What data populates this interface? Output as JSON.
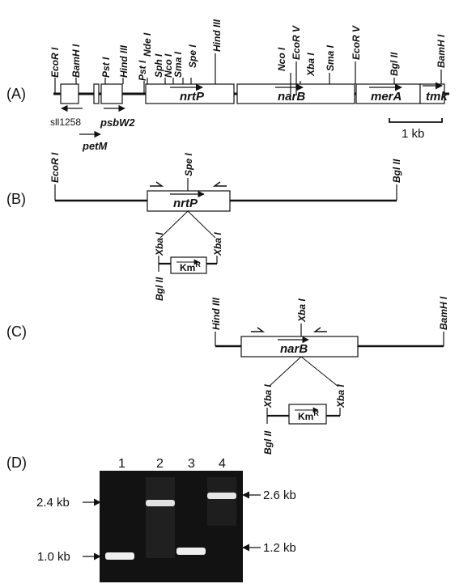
{
  "panels": {
    "a": "(A)",
    "b": "(B)",
    "c": "(C)",
    "d": "(D)"
  },
  "panel_a": {
    "sites": {
      "ecor1": "EcoR I",
      "bamh1": "BamH I",
      "pst1a": "Pst I",
      "hind3": "Hind III",
      "pst1b": "Pst I",
      "nde1": "Nde I",
      "sph1": "Sph I",
      "nco1a": "Nco I",
      "sma1a": "Sma I",
      "spe1": "Spe I",
      "hind3b": "Hind III",
      "nco1b": "Nco I",
      "ecor5a": "EcoR V",
      "xba1": "Xba I",
      "sma1b": "Sma I",
      "ecor5b": "EcoR V",
      "bgl2": "Bgl II",
      "bamh1b": "BamH I"
    },
    "genes": {
      "nrtp": "nrtP",
      "narb": "narB",
      "mera": "merA",
      "tmk": "tmk"
    },
    "small_genes": {
      "sll1258": "sll1258",
      "psbw2": "psbW2",
      "petm": "petM"
    },
    "scale": "1 kb"
  },
  "panel_b": {
    "sites": {
      "ecor1": "EcoR I",
      "spe1": "Spe I",
      "bgl2": "Bgl II",
      "xba_l": "Xba I",
      "xba_r": "Xba I",
      "bgl2_cas": "Bgl II"
    },
    "gene": "nrtP",
    "cassette": "Km",
    "cassette_sup": "R"
  },
  "panel_c": {
    "sites": {
      "hind3": "Hind III",
      "xba1": "Xba I",
      "bamh1": "BamH I",
      "xba_l": "Xba I",
      "xba_r": "Xba I",
      "bgl2_cas": "Bgl II"
    },
    "gene": "narB",
    "cassette": "Km",
    "cassette_sup": "R"
  },
  "panel_d": {
    "lanes": [
      "1",
      "2",
      "3",
      "4"
    ],
    "markers": {
      "left_top": "2.4 kb",
      "left_bottom": "1.0 kb",
      "right_top": "2.6 kb",
      "right_bottom": "1.2 kb"
    }
  }
}
